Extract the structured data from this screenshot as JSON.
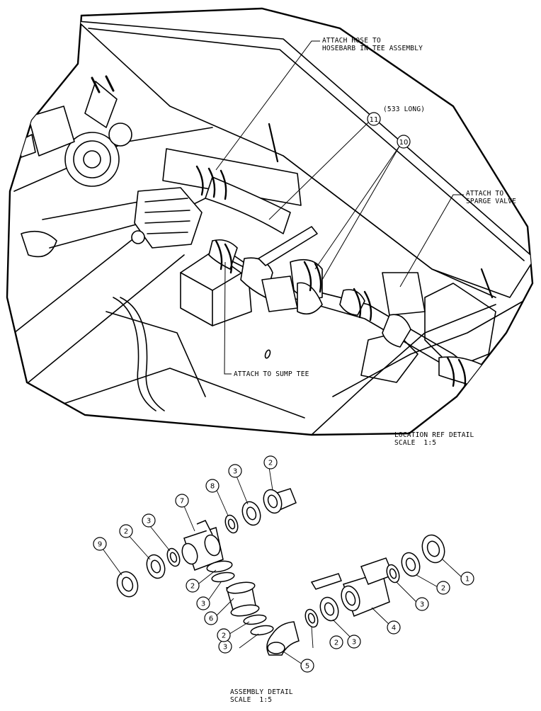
{
  "callouts": {
    "attach_hose": "ATTACH HOSE TO\nHOSEBARB IN TEE ASSEMBLY",
    "attach_sparge": "ATTACH TO\nSPARGE VALVE",
    "attach_sump": "ATTACH TO SUMP TEE",
    "hose_length": "(533 LONG)"
  },
  "top_balloons": [
    "11",
    "10"
  ],
  "location_detail": {
    "title": "LOCATION REF DETAIL",
    "scale": "SCALE  1:5"
  },
  "assembly_detail": {
    "title": "ASSEMBLY DETAIL",
    "scale": "SCALE  1:5"
  },
  "assembly_balloons": [
    "1",
    "2",
    "3",
    "4",
    "3",
    "2",
    "5",
    "3",
    "2",
    "6",
    "3",
    "2",
    "7",
    "3",
    "2",
    "8",
    "3",
    "2",
    "9"
  ]
}
